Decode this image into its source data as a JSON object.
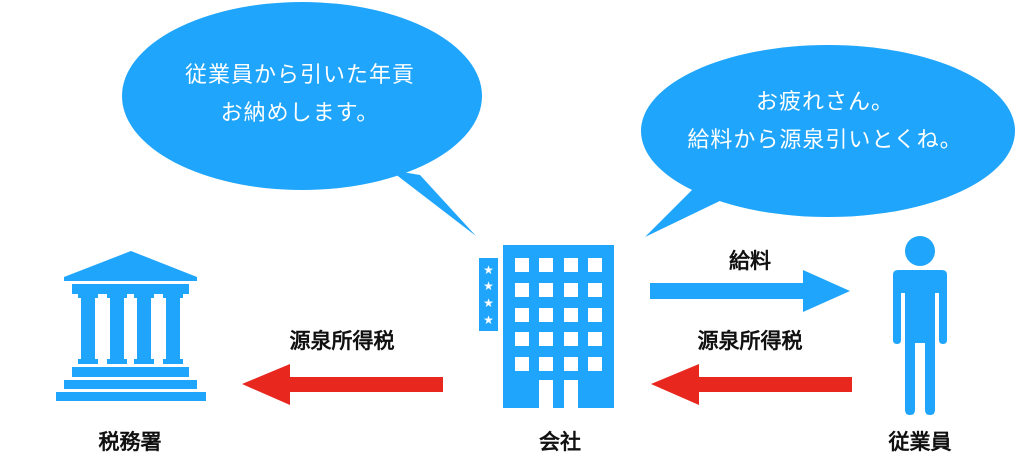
{
  "colors": {
    "blue": "#1fa5fb",
    "red": "#e8271f",
    "text_dark": "#111111",
    "bubble_text": "#ffffff"
  },
  "bubbles": {
    "company": {
      "line1": "従業員から引いた年貢",
      "line2": "お納めします。"
    },
    "employee": {
      "line1": "お疲れさん。",
      "line2": "給料から源泉引いとくね。"
    }
  },
  "entities": {
    "tax_office": {
      "label": "税務署",
      "icon": "government-building-icon"
    },
    "company": {
      "label": "会社",
      "icon": "office-building-icon",
      "stars": 4
    },
    "employee": {
      "label": "従業員",
      "icon": "person-icon"
    }
  },
  "arrows": {
    "salary": {
      "label": "給料",
      "direction": "company-to-employee",
      "color": "#1fa5fb"
    },
    "withholding_from_employee": {
      "label": "源泉所得税",
      "direction": "employee-to-company",
      "color": "#e8271f"
    },
    "withholding_to_tax_office": {
      "label": "源泉所得税",
      "direction": "company-to-tax-office",
      "color": "#e8271f"
    }
  }
}
